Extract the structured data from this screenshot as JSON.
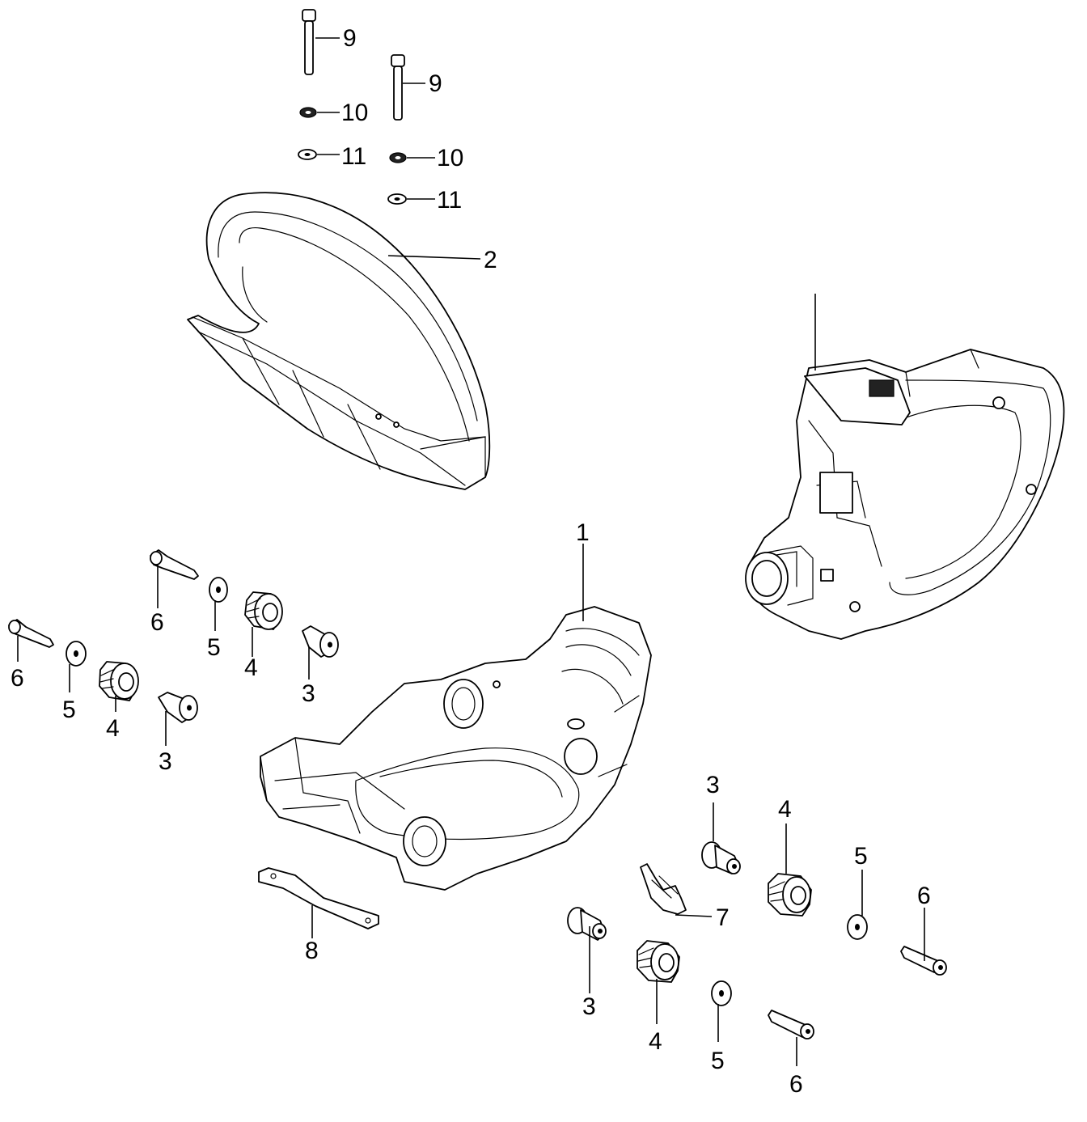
{
  "diagram": {
    "callouts": {
      "c9a": "9",
      "c9b": "9",
      "c10a": "10",
      "c10b": "10",
      "c11a": "11",
      "c11b": "11",
      "c2": "2",
      "c1": "1",
      "c6a": "6",
      "c5a": "5",
      "c4a": "4",
      "c3a": "3",
      "c6b": "6",
      "c5b": "5",
      "c4b": "4",
      "c3b": "3",
      "c3c": "3",
      "c4c": "4",
      "c5c": "5",
      "c6c": "6",
      "c7": "7",
      "c3d": "3",
      "c4d": "4",
      "c5d": "5",
      "c6d": "6",
      "c8": "8"
    }
  }
}
